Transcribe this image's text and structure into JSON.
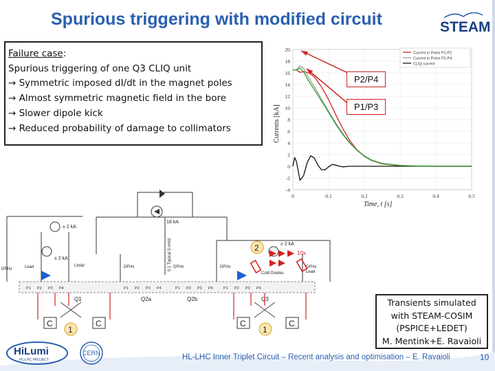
{
  "title": "Spurious triggering with modified circuit",
  "logo_text": "STEAM",
  "textbox": {
    "heading": "Failure case",
    "heading_suffix": ":",
    "lines": [
      "Spurious triggering of one Q3 CLIQ unit",
      "→ Symmetric imposed dI/dt in the magnet poles",
      "→ Almost symmetric magnetic field in the bore",
      "→ Slower dipole kick",
      "→ Reduced probability of damage to collimators"
    ]
  },
  "chart_data": {
    "type": "line",
    "xlabel": "Time, t [s]",
    "ylabel": "Currents [kA]",
    "xlim": [
      0,
      0.5
    ],
    "ylim": [
      -4,
      20
    ],
    "xticks": [
      "0",
      "0.1",
      "0.2",
      "0.3",
      "0.4",
      "0.5"
    ],
    "yticks": [
      "20",
      "18",
      "16",
      "14",
      "12",
      "10",
      "8",
      "6",
      "4",
      "2",
      "0",
      "-2",
      "-4"
    ],
    "legend_position": "top-right",
    "series": [
      {
        "name": "Current in Poles P1-P2",
        "color": "#d42020",
        "x": [
          0,
          0.01,
          0.02,
          0.03,
          0.045,
          0.06,
          0.08,
          0.1,
          0.12,
          0.14,
          0.16,
          0.18,
          0.2,
          0.22,
          0.25,
          0.3,
          0.35,
          0.4,
          0.5
        ],
        "y": [
          16.5,
          16.5,
          16.1,
          16.2,
          16.0,
          15.3,
          13.6,
          11.4,
          8.8,
          6.4,
          4.3,
          2.8,
          1.7,
          1.0,
          0.4,
          0.1,
          0.05,
          0.0,
          0.0
        ]
      },
      {
        "name": "Current in Poles P2-P4",
        "color": "#9a9a9a",
        "x": [
          0,
          0.01,
          0.02,
          0.03,
          0.04,
          0.06,
          0.08,
          0.1,
          0.12,
          0.14,
          0.16,
          0.18,
          0.2,
          0.22,
          0.25,
          0.3,
          0.35,
          0.4,
          0.5
        ],
        "y": [
          16.5,
          16.5,
          17.2,
          16.8,
          15.6,
          13.6,
          11.5,
          9.4,
          7.4,
          5.6,
          4.0,
          2.8,
          1.8,
          1.1,
          0.5,
          0.15,
          0.05,
          0.0,
          0.0
        ]
      },
      {
        "name": "CLIQ current",
        "color": "#111111",
        "x": [
          0,
          0.005,
          0.01,
          0.02,
          0.03,
          0.04,
          0.05,
          0.06,
          0.07,
          0.08,
          0.09,
          0.1,
          0.11,
          0.12,
          0.13,
          0.14,
          0.16,
          0.2,
          0.3,
          0.5
        ],
        "y": [
          0,
          1.5,
          0.8,
          -2.4,
          -1.6,
          0.6,
          1.8,
          1.4,
          0.2,
          -0.6,
          -0.6,
          -0.1,
          0.3,
          0.2,
          0.0,
          -0.1,
          0.0,
          0.0,
          0.0,
          0.0
        ]
      },
      {
        "name": "",
        "color": "#2ca02c",
        "x": [
          0,
          0.01,
          0.02,
          0.03,
          0.04,
          0.06,
          0.08,
          0.1,
          0.12,
          0.14,
          0.16,
          0.18,
          0.2,
          0.22,
          0.25,
          0.3,
          0.35,
          0.4,
          0.5
        ],
        "y": [
          16.5,
          16.5,
          16.8,
          16.2,
          15.0,
          13.1,
          11.2,
          9.2,
          7.2,
          5.4,
          3.9,
          2.7,
          1.7,
          1.0,
          0.45,
          0.12,
          0.04,
          0.0,
          0.0
        ]
      }
    ]
  },
  "annotations": {
    "p2p4": "P2/P4",
    "p1p3": "P1/P3"
  },
  "circuit": {
    "current_18ka": "18 kA",
    "pm2ka_1": "± 2 kA",
    "pm2ka_2": "± 2 kA",
    "pm2ka_3": "± 2 kA",
    "lead": "Lead",
    "ltotal": "Ltotal",
    "dfhx_left": "DFHx",
    "dfhx_mid": "DFHx",
    "dfhx_mid2": "DFHx",
    "dfhx_mid3": "DFHx",
    "dfhx_right": "DFHx",
    "lead2": "Lead",
    "q1": "Q1",
    "q2a": "Q2a",
    "q2b": "Q2b",
    "q3": "Q3",
    "cold_diodes": "Cold Diodes",
    "tenx": "10x",
    "num2": "2",
    "num1a": "1",
    "num1b": "1",
    "c1": "C",
    "c2": "C",
    "c3": "C",
    "c4": "C",
    "vertical_label": "0.1 Typical 5 nH/d"
  },
  "sim_box": {
    "lines": [
      "Transients simulated",
      "with STEAM-COSIM",
      "(PSPICE+LEDET)",
      "M. Mentink+E. Ravaioli"
    ]
  },
  "footer": "HL-LHC Inner Triplet Circuit – Recent analysis and optimisation – E. Ravaioli",
  "page_number": "10",
  "hilumi_logo": "HiLumi",
  "hilumi_sub": "HL-LHC PROJECT",
  "cern_logo": "CERN"
}
